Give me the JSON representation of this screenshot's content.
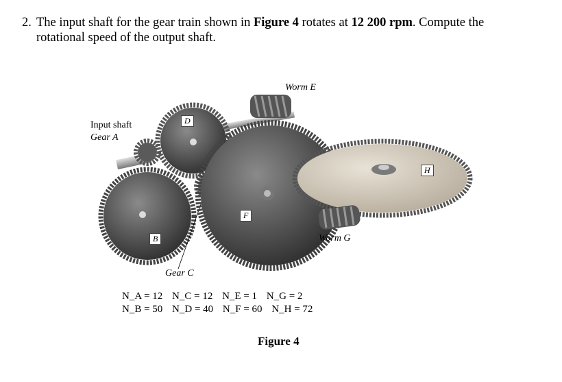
{
  "question": {
    "number": "2.",
    "line1_a": "The input shaft for the gear train shown in ",
    "line1_bold1": "Figure 4",
    "line1_b": " rotates at ",
    "line1_bold2": "12 200 rpm",
    "line1_c": ". Compute the",
    "line2": "rotational speed of the output shaft."
  },
  "figure": {
    "labels": {
      "input_shaft": "Input shaft",
      "gear_a": "Gear A",
      "worm_e": "Worm E",
      "worm_g": "Worm G",
      "gear_c": "Gear C",
      "d": "D",
      "b": "B",
      "f": "F",
      "h": "H"
    },
    "teeth_row1": [
      "N_A = 12",
      "N_C = 12",
      "N_E = 1",
      "N_G = 2"
    ],
    "teeth_row2": [
      "N_B = 50",
      "N_D = 40",
      "N_F = 60",
      "N_H = 72"
    ],
    "caption": "Figure 4"
  }
}
